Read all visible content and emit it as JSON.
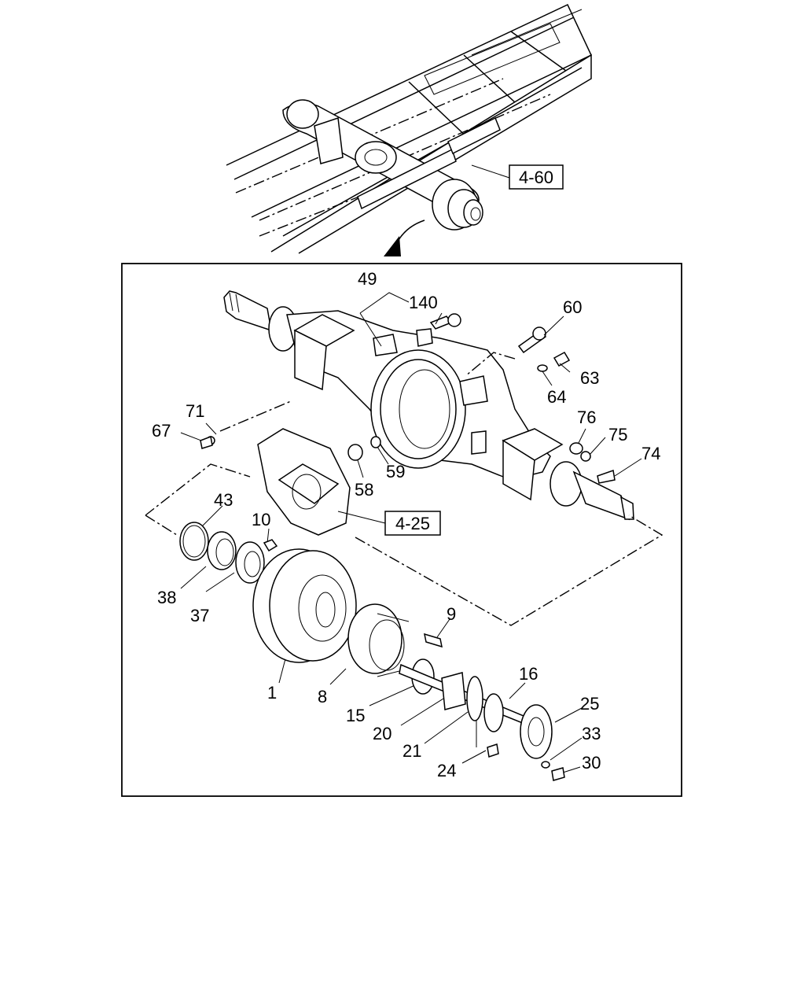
{
  "references": {
    "frame_ref": "4-60",
    "carrier_ref": "4-25"
  },
  "callouts": [
    {
      "id": "49",
      "label": "49"
    },
    {
      "id": "140",
      "label": "140"
    },
    {
      "id": "60",
      "label": "60"
    },
    {
      "id": "63",
      "label": "63"
    },
    {
      "id": "64",
      "label": "64"
    },
    {
      "id": "71",
      "label": "71"
    },
    {
      "id": "67",
      "label": "67"
    },
    {
      "id": "76",
      "label": "76"
    },
    {
      "id": "75",
      "label": "75"
    },
    {
      "id": "74",
      "label": "74"
    },
    {
      "id": "58",
      "label": "58"
    },
    {
      "id": "59",
      "label": "59"
    },
    {
      "id": "43",
      "label": "43"
    },
    {
      "id": "10",
      "label": "10"
    },
    {
      "id": "38",
      "label": "38"
    },
    {
      "id": "37",
      "label": "37"
    },
    {
      "id": "9",
      "label": "9"
    },
    {
      "id": "1",
      "label": "1"
    },
    {
      "id": "8",
      "label": "8"
    },
    {
      "id": "15",
      "label": "15"
    },
    {
      "id": "16",
      "label": "16"
    },
    {
      "id": "20",
      "label": "20"
    },
    {
      "id": "25",
      "label": "25"
    },
    {
      "id": "21",
      "label": "21"
    },
    {
      "id": "33",
      "label": "33"
    },
    {
      "id": "24",
      "label": "24"
    },
    {
      "id": "30",
      "label": "30"
    }
  ]
}
